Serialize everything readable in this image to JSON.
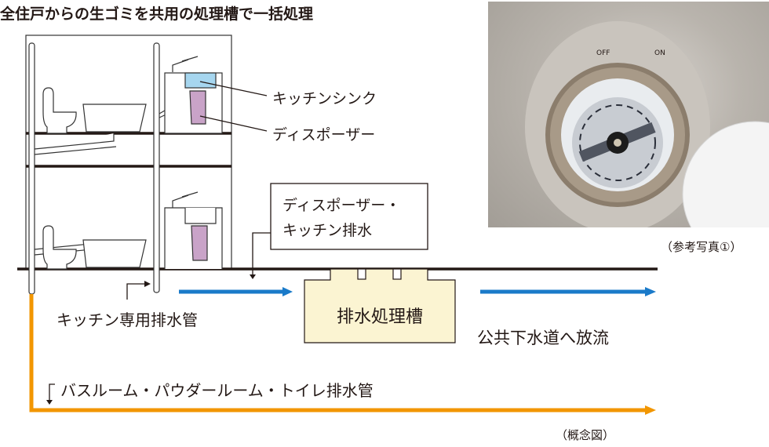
{
  "title": "全住戸からの生ゴミを共用の処理槽で一括処理",
  "labels": {
    "kitchen_sink": "キッチンシンク",
    "disposer": "ディスポーザー",
    "drain_box_line1": "ディスポーザー・",
    "drain_box_line2": "キッチン排水",
    "kitchen_pipe": "キッチン専用排水管",
    "tank": "排水処理槽",
    "discharge": "公共下水道へ放流",
    "bath_pipe": "バスルーム・パウダールーム・トイレ排水管",
    "concept": "（概念図）",
    "photo_caption": "（参考写真①）"
  },
  "photo": {
    "off_label": "OFF",
    "on_label": "ON"
  },
  "colors": {
    "kitchen_flow": "#1a7ac9",
    "bath_flow": "#f29600",
    "tank_fill": "#fbf4d2",
    "sink_water": "#a6d6ef",
    "disposer": "#c9a3c8"
  }
}
